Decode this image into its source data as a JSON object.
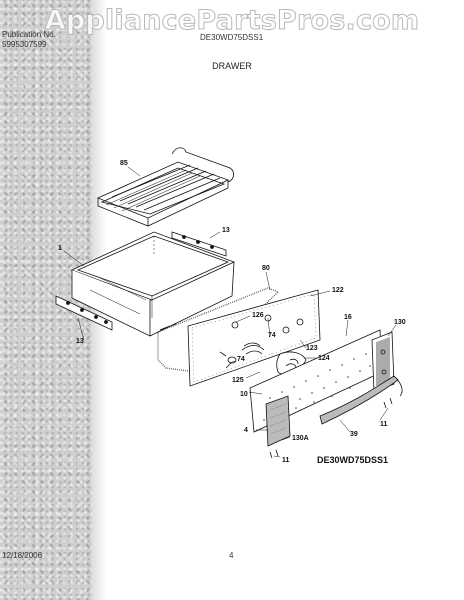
{
  "watermark": "AppliancePartsPros.com",
  "header": {
    "pub_label": "Publication No.",
    "pub_number": "5995307599",
    "model": "DE30WD75DSS1",
    "section_title": "DRAWER"
  },
  "diagram": {
    "model_label": "DE30WD75DSS1",
    "callouts": {
      "c85": "85",
      "c13a": "13",
      "c1": "1",
      "c80": "80",
      "c122": "122",
      "c126": "126",
      "c16": "16",
      "c130": "130",
      "c74a": "74",
      "c13b": "13",
      "c123": "123",
      "c74b": "74",
      "c124": "124",
      "c125": "125",
      "c10": "10",
      "c11a": "11",
      "c4": "4",
      "c39": "39",
      "c130a": "130A",
      "c11b": "11"
    }
  },
  "footer": {
    "date": "12/18/2006",
    "page": "4"
  }
}
